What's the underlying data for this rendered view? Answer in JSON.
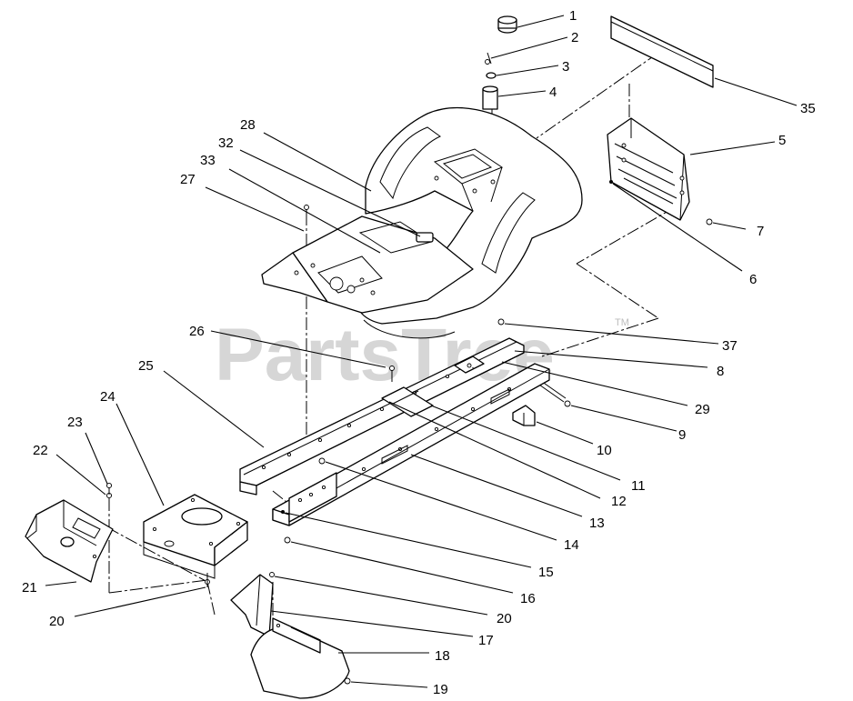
{
  "watermark": {
    "text": "PartsTree",
    "tm": "TM"
  },
  "callouts": {
    "c1": "1",
    "c2": "2",
    "c3": "3",
    "c4": "4",
    "c5": "5",
    "c6": "6",
    "c7": "7",
    "c8": "8",
    "c9": "9",
    "c10": "10",
    "c11": "11",
    "c12": "12",
    "c13": "13",
    "c14": "14",
    "c15": "15",
    "c16": "16",
    "c17": "17",
    "c18": "18",
    "c19": "19",
    "c20a": "20",
    "c20b": "20",
    "c21": "21",
    "c22": "22",
    "c23": "23",
    "c24": "24",
    "c25": "25",
    "c26": "26",
    "c27": "27",
    "c28": "28",
    "c29": "29",
    "c32": "32",
    "c33": "33",
    "c35": "35",
    "c37": "37"
  }
}
